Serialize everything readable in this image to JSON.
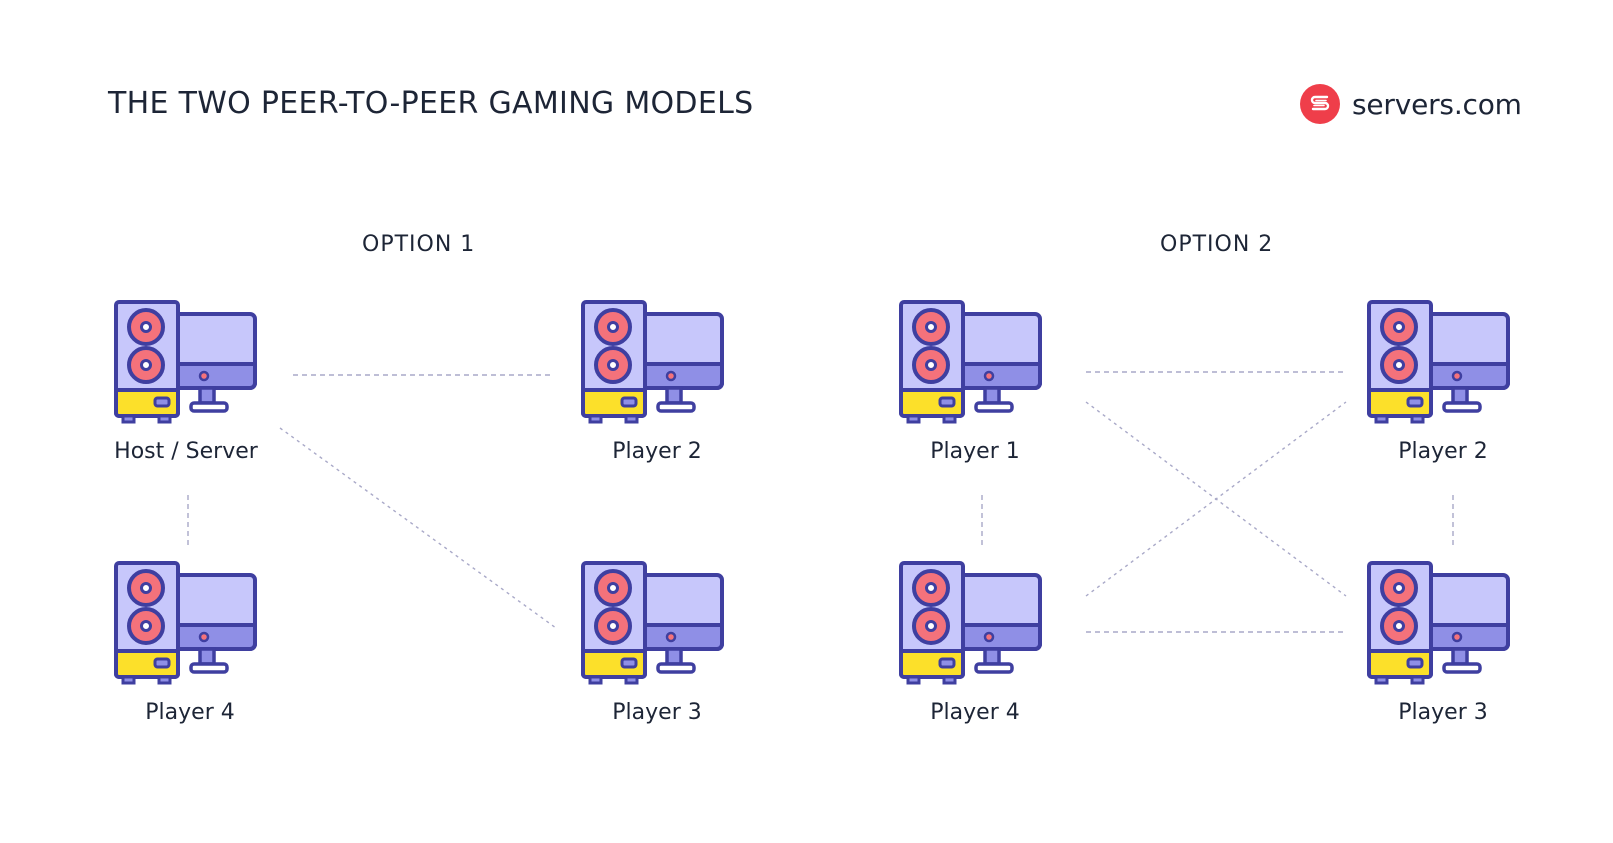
{
  "title": "THE TWO PEER-TO-PEER GAMING MODELS",
  "logo": {
    "text": "servers.com",
    "icon": "servers-s-logo-icon",
    "color": "#ef3e4a"
  },
  "colors": {
    "outline": "#3f3fa0",
    "case": "#c7c7fb",
    "screen": "#c7c7fb",
    "screen_base": "#8f8fe6",
    "fan": "#f4727b",
    "drive_bay": "#fce02a",
    "link": "#a9a9c8"
  },
  "options": [
    {
      "label": "OPTION 1",
      "nodes": [
        {
          "id": "host",
          "label": "Host / Server",
          "icon": "desktop-computer-icon"
        },
        {
          "id": "p2",
          "label": "Player 2",
          "icon": "desktop-computer-icon"
        },
        {
          "id": "p4",
          "label": "Player 4",
          "icon": "desktop-computer-icon"
        },
        {
          "id": "p3",
          "label": "Player 3",
          "icon": "desktop-computer-icon"
        }
      ],
      "links": [
        [
          "host",
          "p2"
        ],
        [
          "host",
          "p3"
        ],
        [
          "host",
          "p4"
        ]
      ]
    },
    {
      "label": "OPTION 2",
      "nodes": [
        {
          "id": "p1",
          "label": "Player 1",
          "icon": "desktop-computer-icon"
        },
        {
          "id": "p2",
          "label": "Player 2",
          "icon": "desktop-computer-icon"
        },
        {
          "id": "p4",
          "label": "Player 4",
          "icon": "desktop-computer-icon"
        },
        {
          "id": "p3",
          "label": "Player 3",
          "icon": "desktop-computer-icon"
        }
      ],
      "links": [
        [
          "p1",
          "p2"
        ],
        [
          "p1",
          "p3"
        ],
        [
          "p1",
          "p4"
        ],
        [
          "p2",
          "p3"
        ],
        [
          "p2",
          "p4"
        ],
        [
          "p4",
          "p3"
        ]
      ]
    }
  ]
}
